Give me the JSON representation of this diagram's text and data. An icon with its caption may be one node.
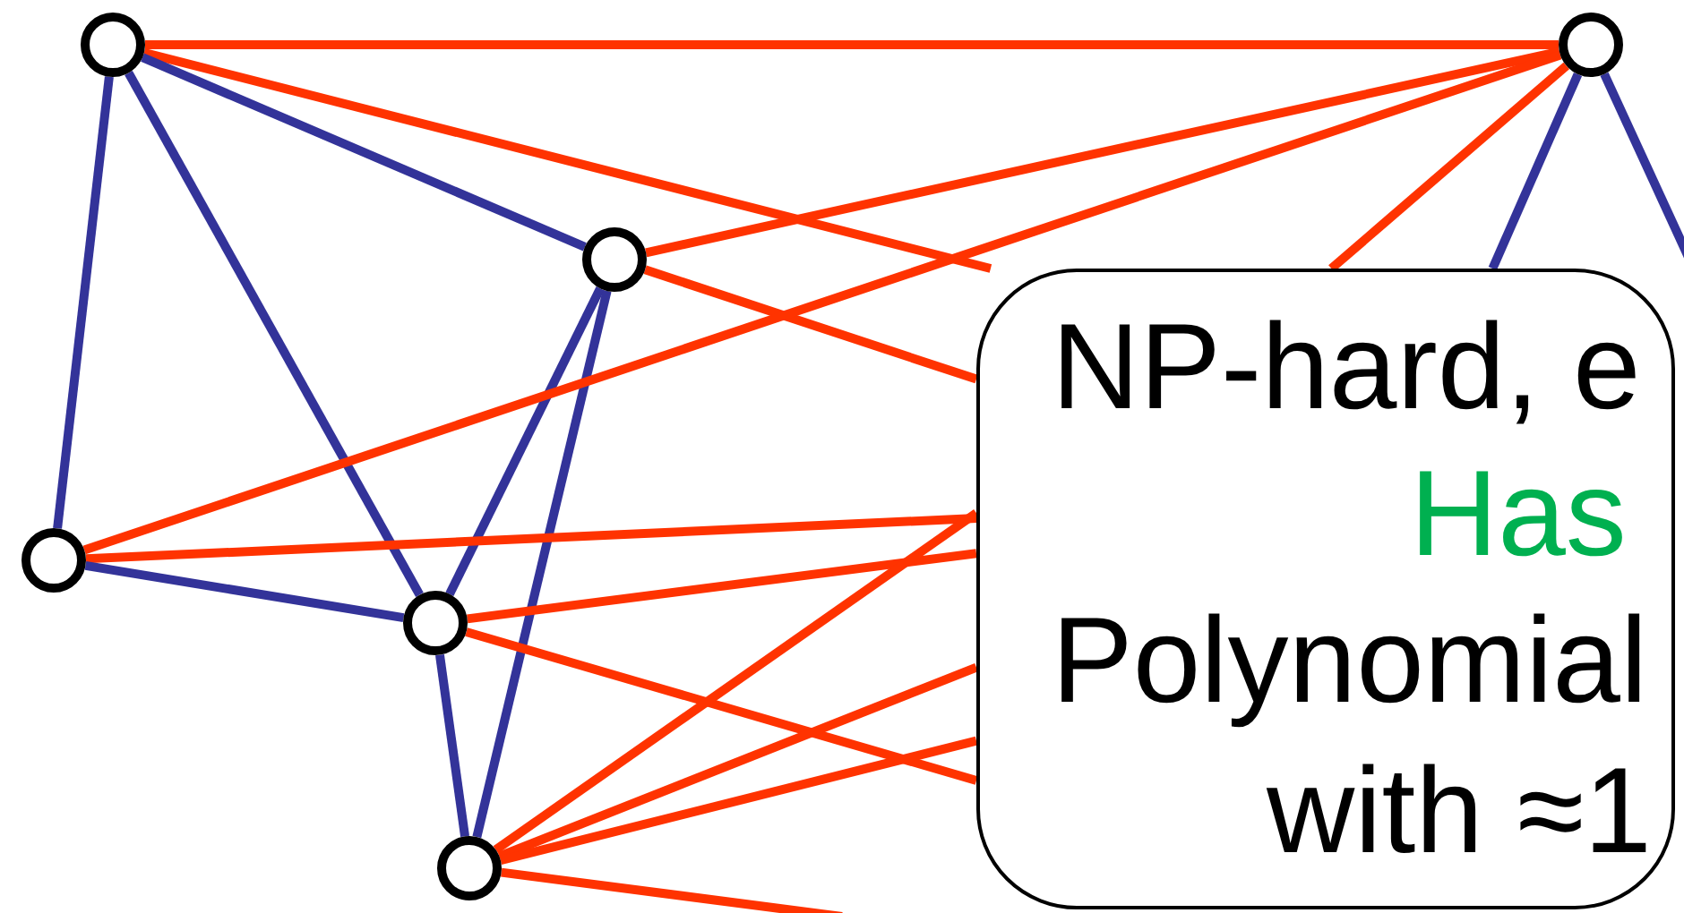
{
  "diagram": {
    "nodes": [
      {
        "text": [],
        "shape": "circle"
      },
      {
        "text": [],
        "shape": "circle"
      },
      {
        "text": [],
        "shape": "circle"
      },
      {
        "text": [],
        "shape": "circle"
      },
      {
        "text": [],
        "shape": "circle"
      },
      {
        "text": [],
        "shape": "circle"
      },
      {
        "text": [
          "NP-hard, e",
          "Has",
          "Polynomial",
          "with ≈1"
        ]
      }
    ],
    "edges": [
      {
        "from": 0,
        "to": 2,
        "arrow": "none"
      },
      {
        "from": 0,
        "to": 6,
        "arrow": "none"
      },
      {
        "from": 0,
        "to": 3,
        "arrow": "none",
        "color": "#333399"
      },
      {
        "from": 0,
        "to": 4,
        "arrow": "none",
        "color": "#333399"
      },
      {
        "from": 0,
        "to": 1,
        "arrow": "none",
        "color": "#333399"
      },
      {
        "from": 1,
        "to": 2,
        "arrow": "none"
      },
      {
        "from": 1,
        "to": 6,
        "arrow": "none"
      },
      {
        "from": 1,
        "to": 4,
        "arrow": "none",
        "color": "#333399"
      },
      {
        "from": 1,
        "to": 5,
        "arrow": "none",
        "color": "#333399"
      },
      {
        "from": 2,
        "to": 6,
        "arrow": "none",
        "color": "#333399"
      },
      {
        "from": 2,
        "to": 6,
        "arrow": "none",
        "color": "#333399"
      },
      {
        "from": 2,
        "to": 6,
        "arrow": "none"
      },
      {
        "from": 3,
        "to": 2,
        "arrow": "none"
      },
      {
        "from": 3,
        "to": 6,
        "arrow": "none"
      },
      {
        "from": 3,
        "to": 4,
        "arrow": "none",
        "color": "#333399"
      },
      {
        "from": 4,
        "to": 6,
        "arrow": "none"
      },
      {
        "from": 4,
        "to": 6,
        "arrow": "none"
      },
      {
        "from": 4,
        "to": 5,
        "arrow": "none",
        "color": "#333399"
      },
      {
        "from": 5,
        "to": 6,
        "arrow": "none"
      },
      {
        "from": 5,
        "to": 6,
        "arrow": "none"
      },
      {
        "from": 5,
        "to": 6,
        "arrow": "none"
      },
      {
        "from": 5,
        "to": null,
        "arrow": "none"
      }
    ]
  }
}
